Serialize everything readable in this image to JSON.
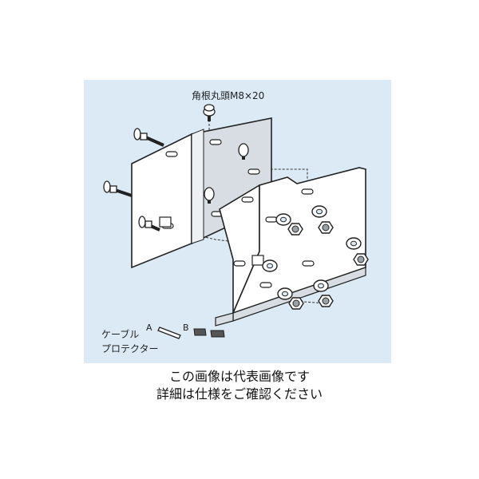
{
  "diagram": {
    "bolt_label": "角根丸頭M8×20",
    "cable_protector_line1": "ケーブル",
    "cable_protector_line2": "プロテクター",
    "part_a": "A",
    "part_b": "B"
  },
  "caption": {
    "line1": "この画像は代表画像です",
    "line2": "詳細は仕様をご確認ください"
  },
  "colors": {
    "panel_background": "#dbeaf5",
    "line": "#222222",
    "metal_face": "#ffffff",
    "metal_shade": "#d7dde2"
  }
}
